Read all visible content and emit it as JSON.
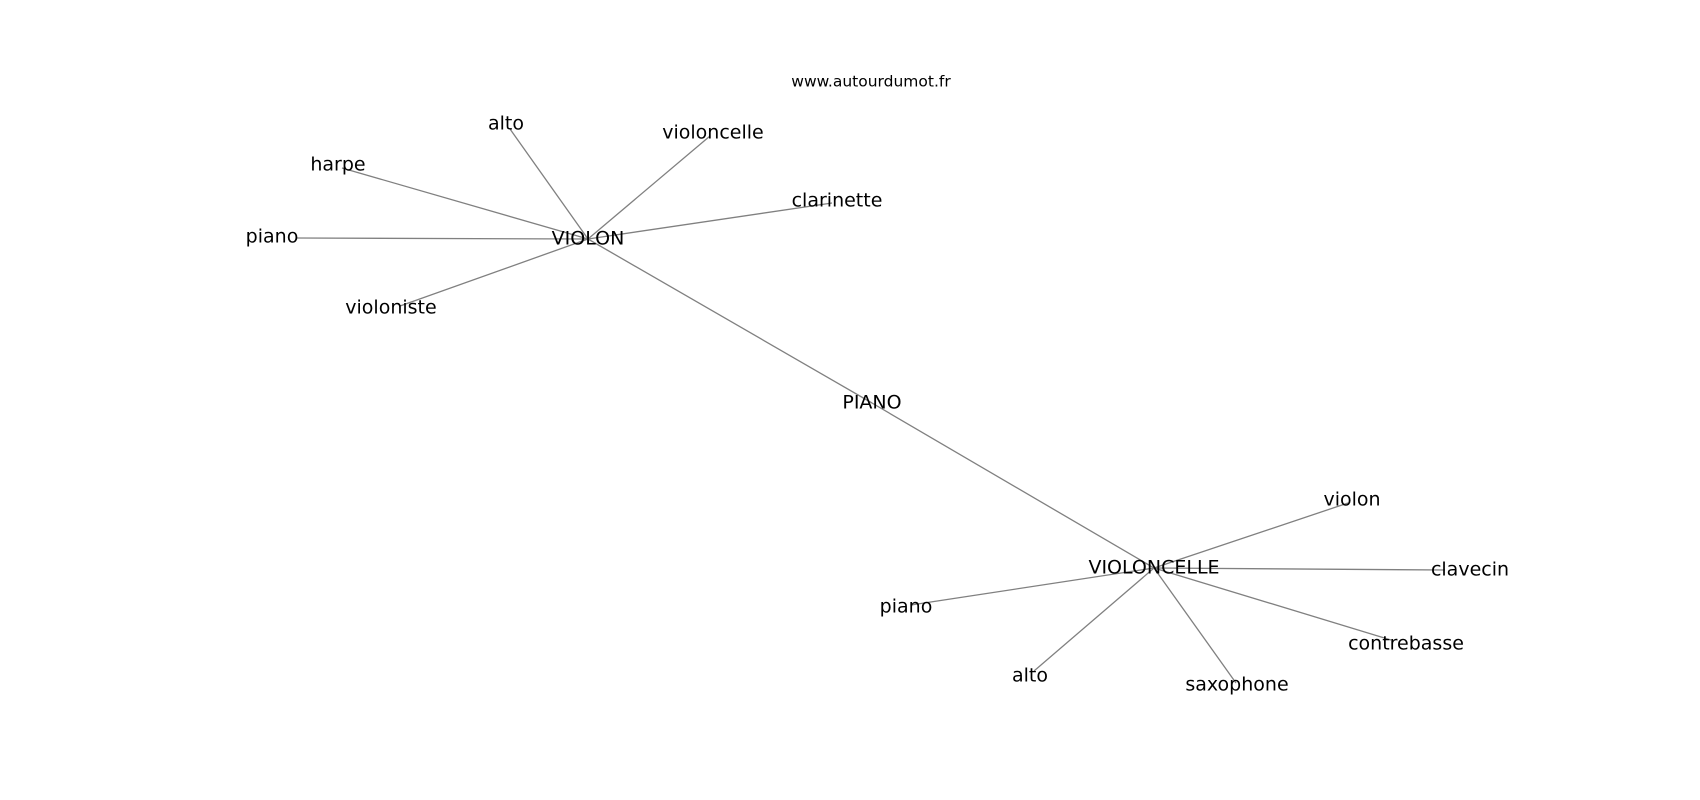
{
  "watermark": "www.autourdumot.fr",
  "graph": {
    "nodes": [
      {
        "id": "PIANO",
        "label": "PIANO"
      },
      {
        "id": "VIOLON",
        "label": "VIOLON"
      },
      {
        "id": "VIOLONCELLE",
        "label": "VIOLONCELLE"
      },
      {
        "id": "alto_1",
        "label": "alto"
      },
      {
        "id": "violoncelle_1",
        "label": "violoncelle"
      },
      {
        "id": "harpe_1",
        "label": "harpe"
      },
      {
        "id": "clarinette_1",
        "label": "clarinette"
      },
      {
        "id": "piano_1",
        "label": "piano"
      },
      {
        "id": "violoniste_1",
        "label": "violoniste"
      },
      {
        "id": "violon_2",
        "label": "violon"
      },
      {
        "id": "clavecin_2",
        "label": "clavecin"
      },
      {
        "id": "piano_2",
        "label": "piano"
      },
      {
        "id": "contrebasse_2",
        "label": "contrebasse"
      },
      {
        "id": "alto_2",
        "label": "alto"
      },
      {
        "id": "saxophone_2",
        "label": "saxophone"
      }
    ],
    "edges": [
      [
        "PIANO",
        "VIOLON"
      ],
      [
        "PIANO",
        "VIOLONCELLE"
      ],
      [
        "VIOLON",
        "alto_1"
      ],
      [
        "VIOLON",
        "violoncelle_1"
      ],
      [
        "VIOLON",
        "harpe_1"
      ],
      [
        "VIOLON",
        "clarinette_1"
      ],
      [
        "VIOLON",
        "piano_1"
      ],
      [
        "VIOLON",
        "violoniste_1"
      ],
      [
        "VIOLONCELLE",
        "violon_2"
      ],
      [
        "VIOLONCELLE",
        "clavecin_2"
      ],
      [
        "VIOLONCELLE",
        "piano_2"
      ],
      [
        "VIOLONCELLE",
        "contrebasse_2"
      ],
      [
        "VIOLONCELLE",
        "alto_2"
      ],
      [
        "VIOLONCELLE",
        "saxophone_2"
      ]
    ]
  }
}
